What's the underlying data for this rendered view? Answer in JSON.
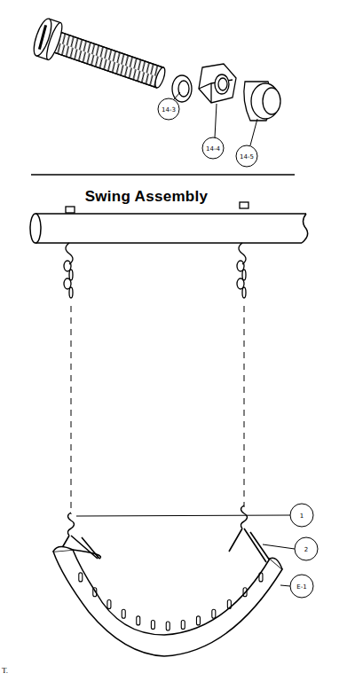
{
  "diagram": {
    "title": "Swing Assembly",
    "labels": [
      "14-3",
      "14-4",
      "14-5",
      "1",
      "2",
      "E-1",
      "T."
    ]
  }
}
